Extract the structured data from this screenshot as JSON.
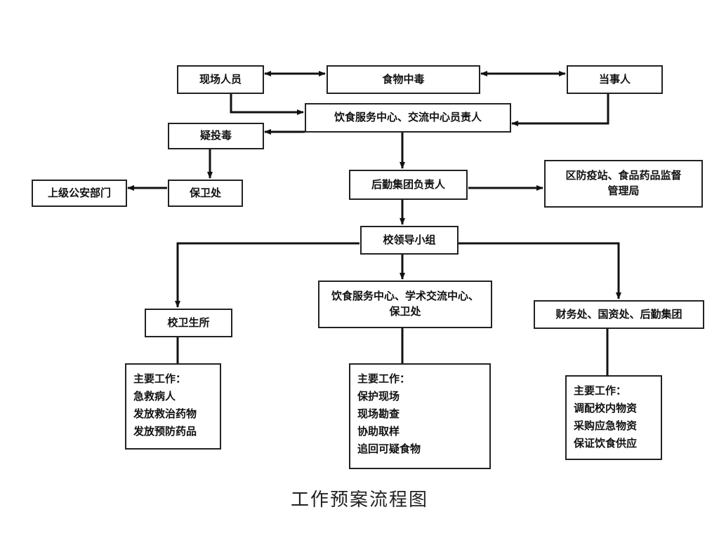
{
  "title": "工作预案流程图",
  "nodes": {
    "onsite_staff": "现场人员",
    "food_poisoning": "食物中毒",
    "party_involved": "当事人",
    "catering_head": "饮食服务中心、交流中心员责人",
    "suspected_poisoning": "疑投毒",
    "security_office": "保卫处",
    "police_dept": "上级公安部门",
    "logistics_head": "后勤集团负责人",
    "epidemic_station": [
      "区防疫站、食品药品监督",
      "管理局"
    ],
    "leadership_group": "校领导小组",
    "clinic": "校卫生所",
    "catering_academic_security": [
      "饮食服务中心、学术交流中心、",
      "保卫处"
    ],
    "finance_assets_logistics": "财务处、国资处、后勤集团"
  },
  "work_boxes": [
    {
      "heading": "主要工作：",
      "items": [
        "急救病人",
        "发放救治药物",
        "发放预防药品"
      ]
    },
    {
      "heading": "主要工作：",
      "items": [
        "保护现场",
        "现场勘查",
        "协助取样",
        "追回可疑食物"
      ]
    },
    {
      "heading": "主要工作：",
      "items": [
        "调配校内物资",
        "采购应急物资",
        "保证饮食供应"
      ]
    }
  ],
  "edges": [
    {
      "from": "onsite_staff",
      "to": "food_poisoning",
      "type": "bidirectional"
    },
    {
      "from": "food_poisoning",
      "to": "party_involved",
      "type": "bidirectional"
    },
    {
      "from": "onsite_staff",
      "to": "catering_head",
      "type": "arrow"
    },
    {
      "from": "party_involved",
      "to": "catering_head",
      "type": "arrow"
    },
    {
      "from": "catering_head",
      "to": "suspected_poisoning",
      "type": "arrow"
    },
    {
      "from": "catering_head",
      "to": "logistics_head",
      "type": "arrow"
    },
    {
      "from": "suspected_poisoning",
      "to": "security_office",
      "type": "arrow"
    },
    {
      "from": "security_office",
      "to": "police_dept",
      "type": "arrow"
    },
    {
      "from": "logistics_head",
      "to": "epidemic_station",
      "type": "arrow"
    },
    {
      "from": "logistics_head",
      "to": "leadership_group",
      "type": "arrow"
    },
    {
      "from": "leadership_group",
      "to": "clinic",
      "type": "arrow"
    },
    {
      "from": "leadership_group",
      "to": "catering_academic_security",
      "type": "arrow"
    },
    {
      "from": "leadership_group",
      "to": "finance_assets_logistics",
      "type": "arrow"
    },
    {
      "from": "clinic",
      "to": "work_box_1",
      "type": "line"
    },
    {
      "from": "catering_academic_security",
      "to": "work_box_2",
      "type": "line"
    },
    {
      "from": "finance_assets_logistics",
      "to": "work_box_3",
      "type": "line"
    }
  ]
}
